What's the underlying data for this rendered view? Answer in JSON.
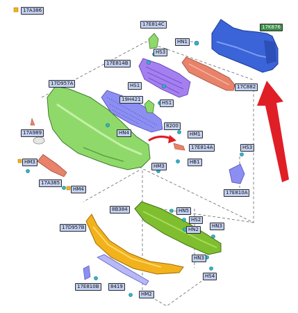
{
  "colors": {
    "part_blue": "#3a64d8",
    "part_green": "#8fd96a",
    "part_purple": "#a47ff0",
    "part_lavender": "#8d8ef2",
    "part_salmon": "#e8826a",
    "part_olive": "#7fbe2e",
    "part_yellow": "#f2b21c",
    "arrow_red": "#e01e26",
    "label_blue": "#c3d0f2",
    "label_green": "#c7efc6",
    "label_dark": "#3f8f4a",
    "clip_cyan": "#2fb7c9"
  },
  "labels": {
    "l17a386": "17A386",
    "l17k876": "17K876",
    "l17e814c": "17E814C",
    "lhn1": "HN1",
    "lhs3a": "HS3",
    "l17e814b": "17E814B",
    "l17d957a": "17D957A",
    "lhs1a": "HS1",
    "l17c882": "17C882",
    "l19h421": "19H421",
    "lhs1b": "HS1",
    "l8200": "8200",
    "lhn4": "HN4",
    "l17a989": "17A989",
    "lhm1": "HM1",
    "l17e814a": "17E814A",
    "lhs3b": "HS3",
    "lhm3a": "HM3",
    "lhm3b": "HM3",
    "lhb1": "HB1",
    "l17a385": "17A385",
    "lhm4": "HM4",
    "l17e810a": "17E810A",
    "l8b384": "8B384",
    "lhn5": "HN5",
    "lhs2": "HS2",
    "lhn3a": "HN3",
    "l17d957b": "17D957B",
    "lhn2": "HN2",
    "lhn3b": "HN3",
    "lhs4": "HS4",
    "l17e810b": "17E810B",
    "l8419": "8419",
    "lhm2": "HM2"
  }
}
